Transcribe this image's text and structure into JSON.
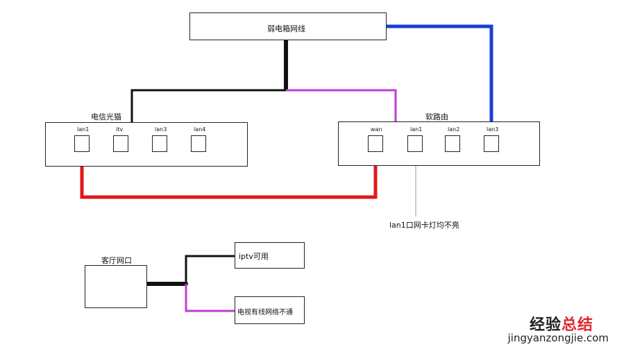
{
  "nodes": {
    "weak_box": "弱电箱网线",
    "modem": "电信光猫",
    "router": "软路由",
    "living_port": "客厅网口",
    "iptv_ok": "iptv可用",
    "tv_no_net": "电视有线网络不通"
  },
  "ports": {
    "modem": [
      "lan1",
      "itv",
      "lan3",
      "lan4"
    ],
    "router": [
      "wan",
      "lan1",
      "lan2",
      "lan3"
    ]
  },
  "annotation": "lan1口网卡灯均不亮",
  "watermark": {
    "logo_part1": "经验",
    "logo_part2": "总结",
    "url": "jingyanzongjie.com"
  },
  "colors": {
    "black_wire": "#111111",
    "magenta_wire": "#c13cd8",
    "blue_wire": "#1a3fd6",
    "red_wire": "#e01818",
    "watermark_accent": "#e0262b"
  }
}
